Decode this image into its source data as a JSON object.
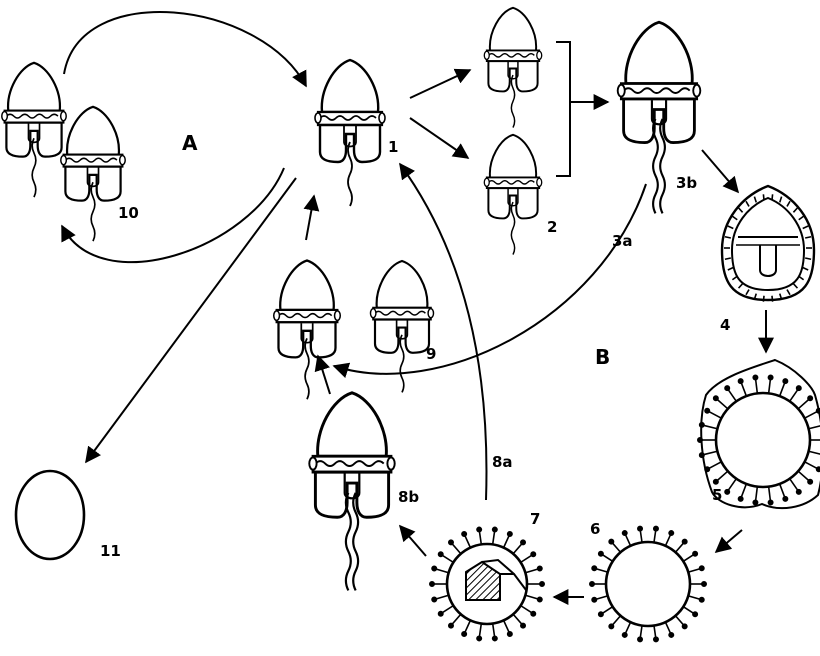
{
  "diagram": {
    "section_labels": {
      "a": "A",
      "b": "B"
    },
    "stage_labels": {
      "s1": "1",
      "s2": "2",
      "s3a": "3a",
      "s3b": "3b",
      "s4": "4",
      "s5": "5",
      "s6": "6",
      "s7": "7",
      "s8a": "8a",
      "s8b": "8b",
      "s9": "9",
      "s10": "10",
      "s11": "11"
    },
    "colors": {
      "ink": "#000000",
      "paper": "#ffffff"
    }
  }
}
